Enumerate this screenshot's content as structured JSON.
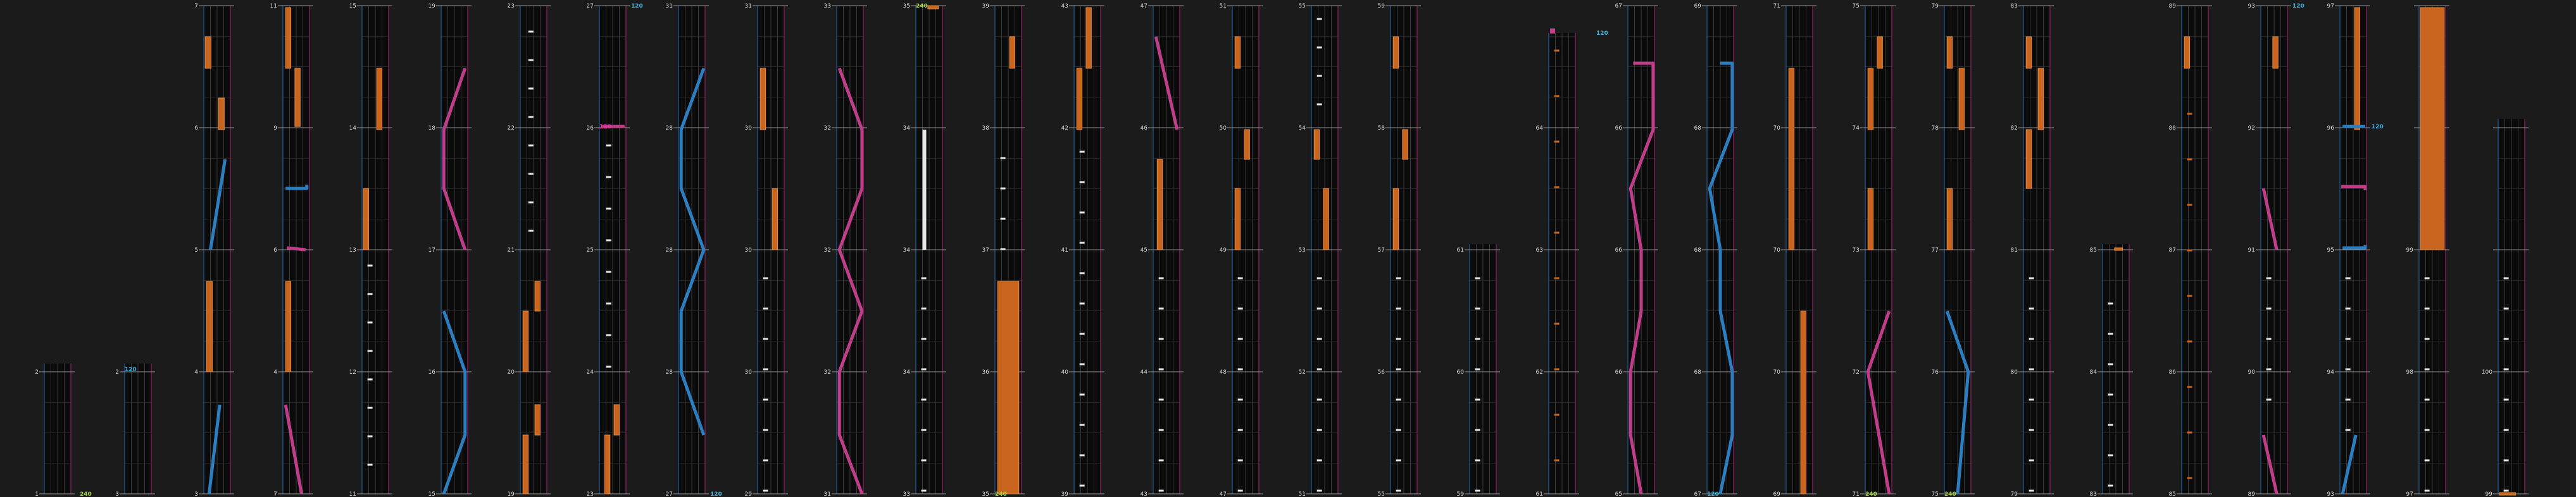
{
  "view": {
    "background": "#1b1b1b",
    "colors": {
      "hold": "#c9651e",
      "slide_blue": "#2b7fc0",
      "slide_pink": "#c03d8a",
      "tap": "#e8e8e8",
      "flick": "#d8d8d8",
      "value_green": "#a5d63a",
      "value_blue": "#3ab5e6",
      "value_pink": "#e63aa5",
      "lane_bg": "#0b0b0b",
      "grid": "#3a3a3a",
      "lane_edge_left": "#1f4f80",
      "lane_edge_right": "#7a1f55"
    }
  },
  "columns": [
    {
      "labels": [
        "1",
        "2"
      ]
    },
    {
      "labels": [
        "3",
        "2"
      ]
    },
    {
      "labels": [
        "3",
        "4",
        "5",
        "6",
        "7"
      ]
    },
    {
      "labels": [
        "7",
        "4",
        "6",
        "9",
        "11"
      ]
    },
    {
      "labels": [
        "11",
        "12",
        "13",
        "14",
        "15"
      ]
    },
    {
      "labels": [
        "15",
        "16",
        "17",
        "18",
        "19"
      ]
    },
    {
      "labels": [
        "19",
        "20",
        "21",
        "22",
        "23"
      ]
    },
    {
      "labels": [
        "23",
        "24",
        "25",
        "26",
        "27"
      ]
    },
    {
      "labels": [
        "27",
        "28",
        "28",
        "28",
        "31"
      ]
    },
    {
      "labels": [
        "29",
        "30",
        "30",
        "30",
        "31"
      ]
    },
    {
      "labels": [
        "31",
        "32",
        "32",
        "32",
        "33"
      ]
    },
    {
      "labels": [
        "33",
        "34",
        "34",
        "34",
        "35"
      ]
    },
    {
      "labels": [
        "35",
        "36",
        "37",
        "38",
        "39"
      ]
    },
    {
      "labels": [
        "39",
        "40",
        "41",
        "42",
        "43"
      ]
    },
    {
      "labels": [
        "43",
        "44",
        "45",
        "46",
        "47"
      ]
    },
    {
      "labels": [
        "47",
        "48",
        "49",
        "50",
        "51"
      ]
    },
    {
      "labels": [
        "51",
        "52",
        "53",
        "54",
        "55"
      ]
    },
    {
      "labels": [
        "55",
        "56",
        "57",
        "58",
        "59"
      ]
    },
    {
      "labels": [
        "59",
        "60",
        "61"
      ]
    },
    {
      "labels": [
        "61",
        "62",
        "63",
        "64",
        "65"
      ]
    },
    {
      "labels": [
        "65",
        "66",
        "66",
        "66",
        "67"
      ]
    },
    {
      "labels": [
        "67",
        "68",
        "68",
        "68",
        "69"
      ]
    },
    {
      "labels": [
        "69",
        "70",
        "70",
        "70",
        "71"
      ]
    },
    {
      "labels": [
        "71",
        "72",
        "73",
        "74",
        "75"
      ]
    },
    {
      "labels": [
        "75",
        "76",
        "77",
        "78",
        "79"
      ]
    },
    {
      "labels": [
        "79",
        "80",
        "81",
        "82",
        "83"
      ]
    },
    {
      "labels": [
        "83",
        "84",
        "85"
      ]
    },
    {
      "labels": [
        "85",
        "86",
        "87",
        "88",
        "89"
      ]
    },
    {
      "labels": [
        "89",
        "90",
        "91",
        "92",
        "93"
      ]
    },
    {
      "labels": [
        "93",
        "94",
        "95",
        "96",
        "97"
      ]
    },
    {
      "labels": [
        "97",
        "98",
        "99"
      ]
    },
    {
      "labels": [
        "99",
        "100"
      ]
    }
  ],
  "value_labels": [
    {
      "text": "240",
      "color": "green"
    },
    {
      "text": "120",
      "color": "blue"
    },
    {
      "text": "120",
      "color": "pink"
    },
    {
      "text": "240",
      "color": "green"
    },
    {
      "text": "120",
      "color": "blue"
    },
    {
      "text": "240",
      "color": "green"
    },
    {
      "text": "120",
      "color": "blue"
    },
    {
      "text": "240",
      "color": "green"
    },
    {
      "text": "120",
      "color": "blue"
    },
    {
      "text": "240",
      "color": "green"
    },
    {
      "text": "120",
      "color": "blue"
    },
    {
      "text": "120",
      "color": "blue"
    },
    {
      "text": "120",
      "color": "blue"
    }
  ]
}
